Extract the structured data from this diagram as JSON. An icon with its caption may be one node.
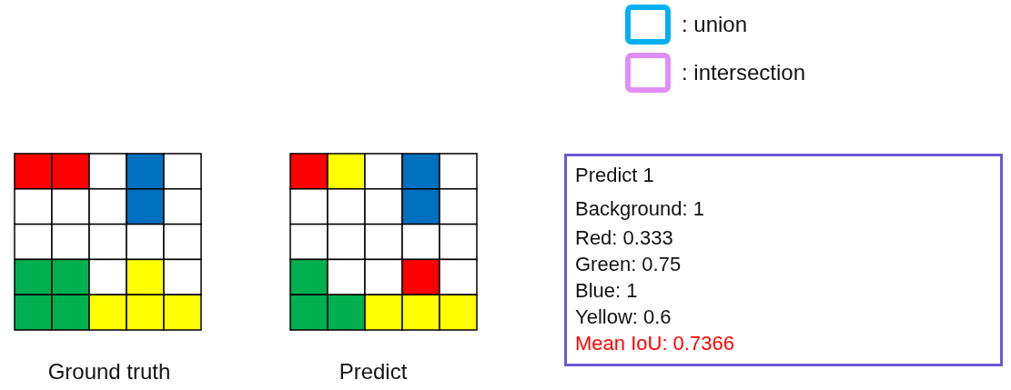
{
  "diagram": {
    "nodes": [
      {
        "text": [
          "Predict 1",
          "Background: 1",
          "Red: 0.333",
          "Green: 0.75",
          "Blue: 1",
          "Yellow: 0.6",
          "Mean IoU: 0.7366"
        ]
      }
    ],
    "labels": [
      "Ground truth",
      "Predict"
    ],
    "legend": [
      {
        "text": ": union",
        "color": "#00b0f0"
      },
      {
        "text": ": intersection",
        "color": "#e08ef8"
      }
    ]
  }
}
